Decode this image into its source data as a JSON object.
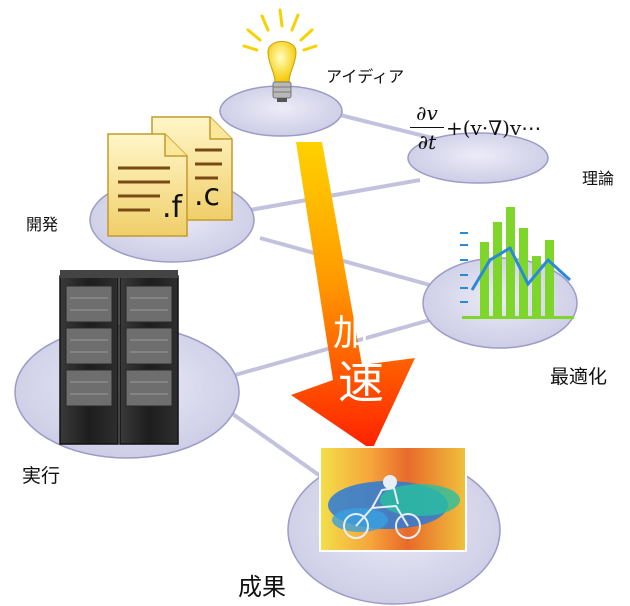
{
  "nodes": {
    "idea": "アイディア",
    "theory": "理論",
    "development": "開発",
    "optimization": "最適化",
    "execution": "実行",
    "result": "成果"
  },
  "formula": {
    "numerator": "∂v",
    "denominator": "∂t",
    "rest": "+(v·∇)v⋯"
  },
  "file_labels": {
    "fortran": ".f",
    "c": ".c"
  },
  "arrow_text": [
    "加",
    "速"
  ],
  "colors": {
    "ellipse_fill": "#d4d4ea",
    "ellipse_stroke": "#9c9cc8",
    "connector": "#c2c2df",
    "arrow_top": "#ffd200",
    "arrow_bottom": "#ff2000",
    "chart_green": "#7fd62a",
    "chart_line": "#2a8ad6"
  },
  "icons": [
    "lightbulb-icon",
    "source-file-icon",
    "server-rack-icon",
    "bar-chart-icon",
    "simulation-image"
  ]
}
